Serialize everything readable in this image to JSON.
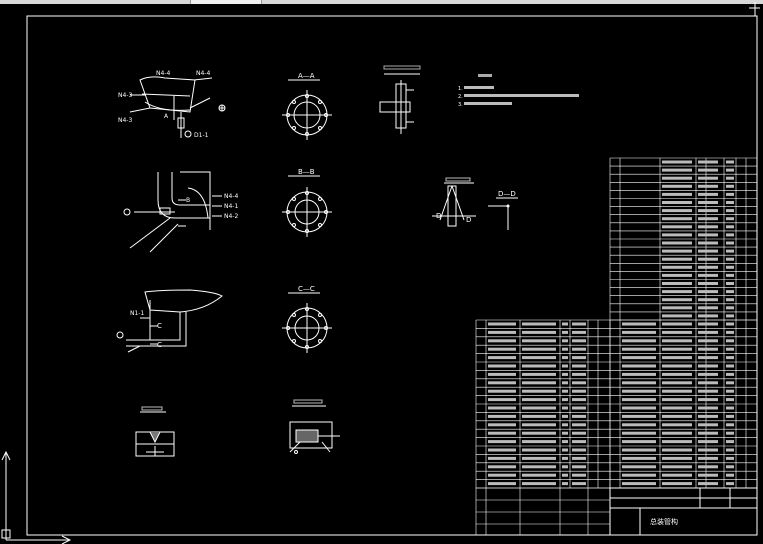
{
  "colors": {
    "background": "#000000",
    "linework": "#ffffff",
    "dimension": "#ffff66",
    "highlight": "#66ffff"
  },
  "labels": {
    "n4_a": "N4-4",
    "n4_b": "N4-4",
    "n4_c": "N4-3",
    "n4_d": "N4-3",
    "a_mark": "A",
    "d1": "D1-1",
    "b_view_n1": "N4-4",
    "b_view_n2": "N4-1",
    "b_view_n3": "N4-2",
    "b_mark": "B",
    "c_mark": "C",
    "c_mark2": "C",
    "n1_label": "N1-1",
    "aa_title": "A—A",
    "bb_title": "B—B",
    "cc_title": "C—C",
    "dd_title": "D—D",
    "d_mark": "D",
    "d_mark2": "D",
    "note1": "1.",
    "note2": "2.",
    "note3": "3.",
    "titleblock_name": "总装管构"
  },
  "icons": {
    "center_mark": "crosshair-icon",
    "ucs": "ucs-axis-icon"
  }
}
